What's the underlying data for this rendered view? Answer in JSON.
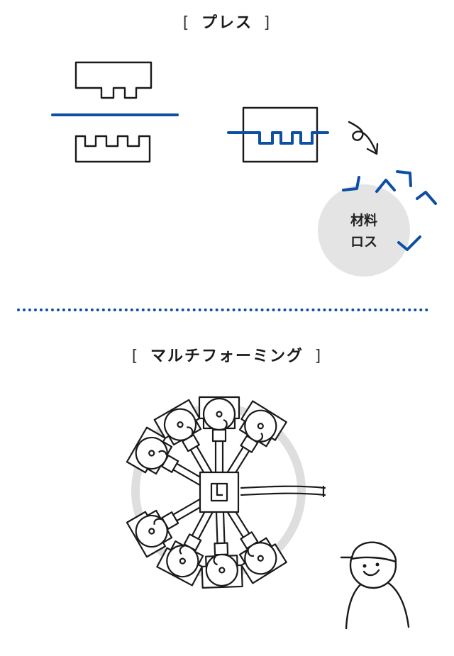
{
  "sections": {
    "press": {
      "title": "プレス"
    },
    "multiforming": {
      "title": "マルチフォーミング"
    }
  },
  "material_loss": {
    "line1": "材料",
    "line2": "ロス"
  },
  "brackets": {
    "open": "[",
    "close": "]"
  },
  "colors": {
    "accent_blue": "#0d4fa3",
    "loss_circle": "#e4e4e4",
    "ring": "#dedede",
    "ink": "#1a1a1a"
  },
  "icons": [
    "press-die-upper-icon",
    "press-die-lower-icon",
    "material-sheet-icon",
    "pressed-part-icon",
    "arrow-icon",
    "scrap-piece-icon",
    "multiforming-machine-icon",
    "worker-icon"
  ]
}
